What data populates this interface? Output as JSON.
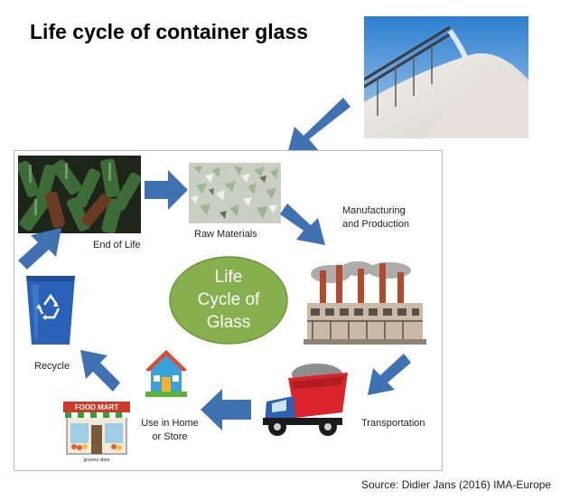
{
  "title": "Life cycle of container glass",
  "cycle": {
    "center_lines": [
      "Life",
      "Cycle of",
      "Glass"
    ],
    "stages": {
      "end_of_life": "End of Life",
      "raw_materials": "Raw Materials",
      "manufacturing_line1": "Manufacturing",
      "manufacturing_line2": "and Production",
      "transportation": "Transportation",
      "use_line1": "Use in Home",
      "use_line2": "or Store",
      "recycle": "Recycle"
    },
    "store_sign": "FOOD MART",
    "store_caption": "grocery store"
  },
  "source": "Source: Didier Jans (2016) IMA-Europe",
  "colors": {
    "arrow": "#3f72b3",
    "center_ellipse": "#86b04d",
    "bin": "#2a62b8",
    "truck_bed": "#d9242b",
    "truck_cab": "#2f5fae"
  }
}
